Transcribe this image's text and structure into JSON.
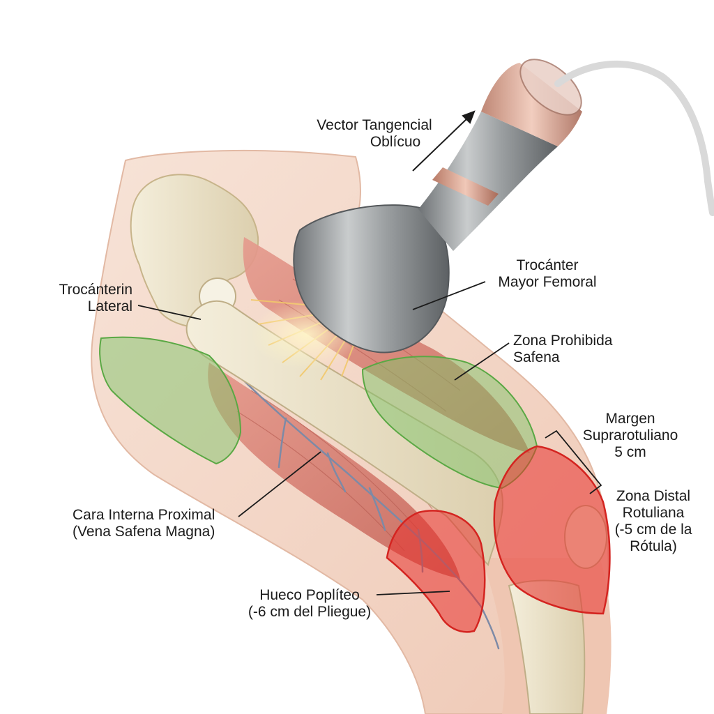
{
  "labels": {
    "vector": {
      "line1": "Vector Tangencial",
      "line2": "Oblícuo"
    },
    "trocanter_lateral": {
      "line1": "Trocánterin",
      "line2": "Lateral"
    },
    "trocanter_mayor": {
      "line1": "Trocánter",
      "line2": "Mayor Femoral"
    },
    "zona_prohibida": {
      "line1": "Zona Prohibida",
      "line2": "Safena"
    },
    "margen": {
      "line1": "Margen",
      "line2": "Suprarotuliano",
      "line3": "5 cm"
    },
    "zona_distal": {
      "line1": "Zona Distal",
      "line2": "Rotuliana",
      "line3": "(-5 cm de la",
      "line4": "Rótula)"
    },
    "cara_interna": {
      "line1": "Cara Interna Proximal",
      "line2": "(Vena Safena Magna)"
    },
    "hueco_popliteo": {
      "line1": "Hueco Poplíteo",
      "line2": "(-6 cm del Pliegue)"
    }
  },
  "colors": {
    "safe_zone": "#7fc36a",
    "danger_zone": "#e8322e",
    "skin": "#f3d6c6",
    "bone": "#ece3c8",
    "muscle": "#d9857a",
    "device": "#8f9396",
    "copper_band": "#c9917e",
    "leader_line": "#1b1b1b"
  }
}
